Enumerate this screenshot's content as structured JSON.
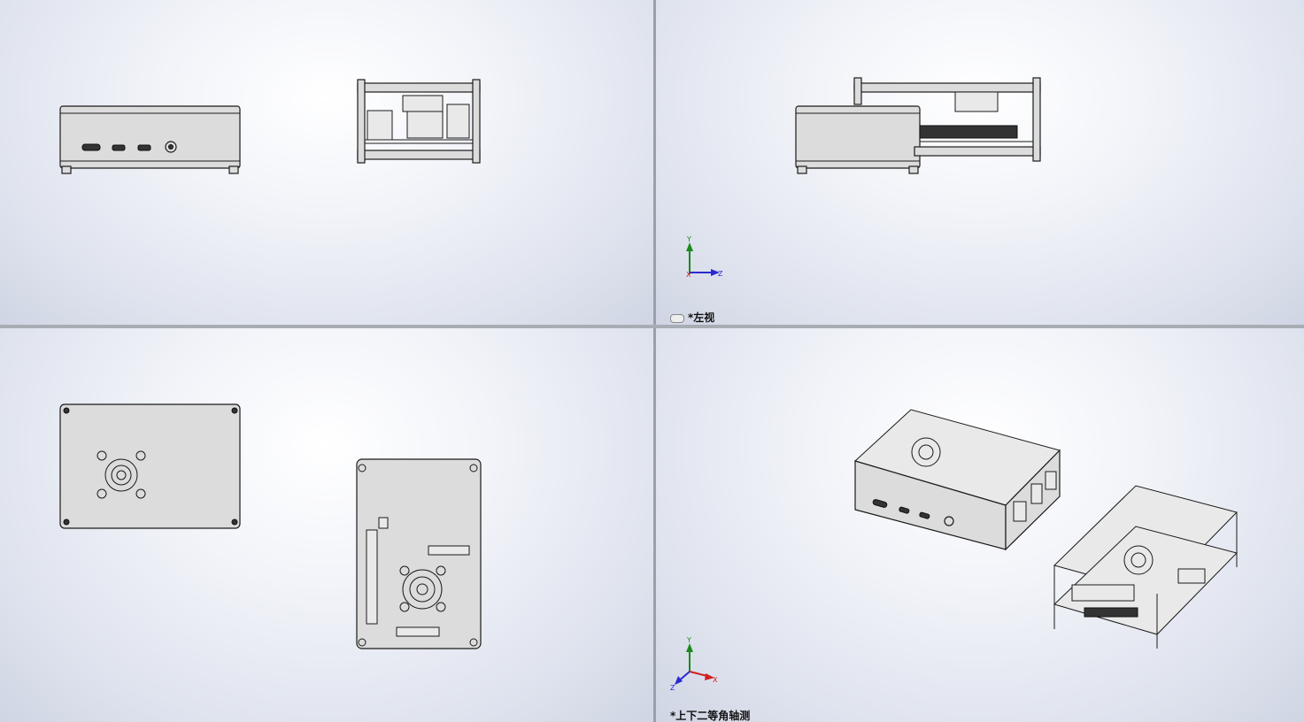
{
  "viewports": {
    "top_left": {
      "label": ""
    },
    "top_right": {
      "label": "*左视"
    },
    "bottom_left": {
      "label": ""
    },
    "bottom_right": {
      "label": "*上下二等角轴测"
    }
  },
  "triads": {
    "top_right": {
      "axis_y": "Y",
      "axis_z": "Z",
      "axis_x": "X"
    },
    "bottom_right": {
      "axis_y": "Y",
      "axis_x": "X",
      "axis_z": "Z"
    }
  },
  "colors": {
    "axis_y": "#1a8a1a",
    "axis_z": "#2a2ad0",
    "axis_x": "#d02020",
    "part_fill": "#dcdcdc"
  },
  "icons": {
    "view_link": "link-icon"
  }
}
